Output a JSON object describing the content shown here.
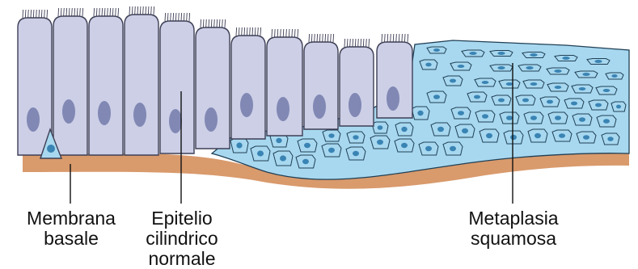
{
  "colors": {
    "background": "#ffffff",
    "columnar_cell_fill": "#cccfe6",
    "columnar_cell_stroke": "#3d3f55",
    "columnar_nucleus": "#8188b4",
    "squamous_cell_fill": "#a8d8ef",
    "squamous_cell_stroke": "#1f3f55",
    "squamous_nucleus": "#3a84b4",
    "basement_membrane": "#d99a6c",
    "leader_line": "#111111"
  },
  "icons": [
    "cilia",
    "columnar-cell",
    "squamous-cell",
    "cell-nucleus",
    "basement-membrane"
  ],
  "labels": {
    "membrana_basale": [
      "Membrana",
      "basale"
    ],
    "epitelio_cilindrico": [
      "Epitelio",
      "cilindrico",
      "normale"
    ],
    "metaplasia_squamosa": [
      "Metaplasia",
      "squamosa"
    ]
  }
}
